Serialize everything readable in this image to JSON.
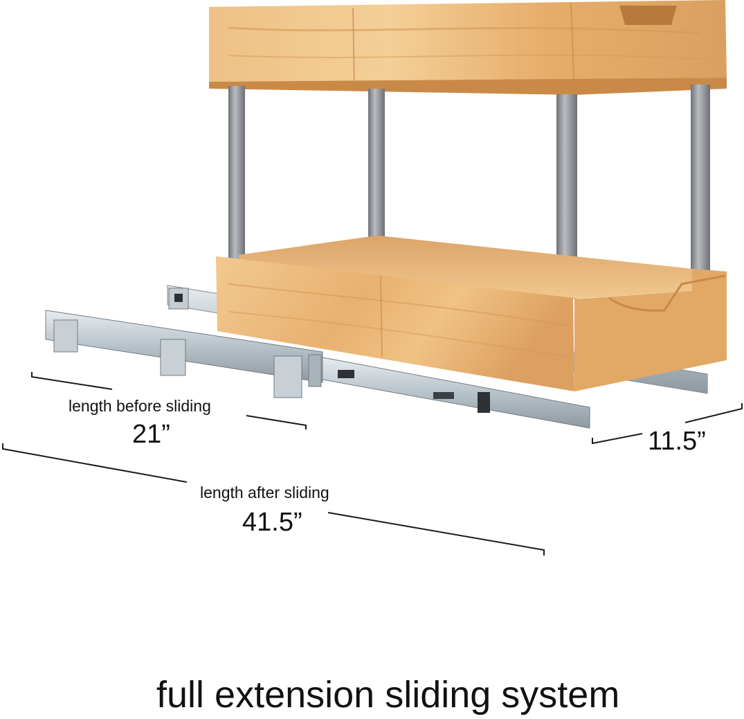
{
  "dimensions": {
    "before": {
      "caption": "length before sliding",
      "value": "21”"
    },
    "after": {
      "caption": "length after sliding",
      "value": "41.5”"
    },
    "width": {
      "value": "11.5”"
    }
  },
  "caption": "full extension sliding system",
  "colors": {
    "wood_light": "#f0c488",
    "wood_mid": "#e4aa68",
    "wood_dark": "#c98a48",
    "rail_light": "#d6dde2",
    "rail_dark": "#8f9aa2",
    "post": "#8a8d92",
    "line": "#1a1a1a"
  }
}
